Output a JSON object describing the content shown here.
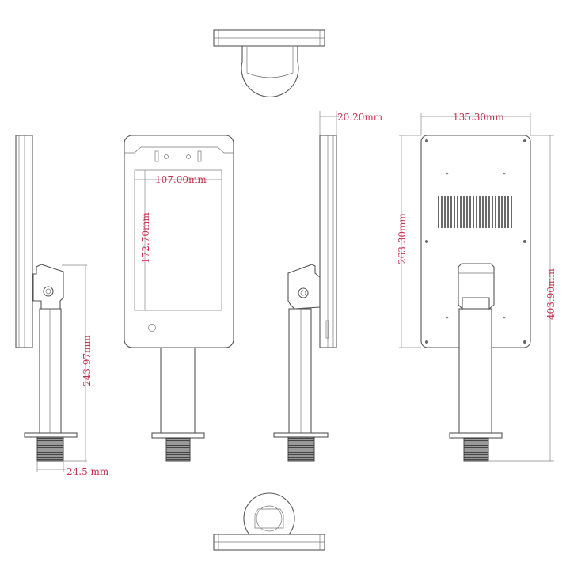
{
  "title": "Face recognition terminal with stand - dimension drawing",
  "dimensions": {
    "depth": "20.20mm",
    "width": "135.30mm",
    "screen_width": "107.00mm",
    "screen_height": "172.70mm",
    "panel_height": "263.30mm",
    "total_height": "403.90mm",
    "pole_height": "243.97mm",
    "thread_diameter": "24.5 mm"
  },
  "colors": {
    "dimension_text": "#c8324e",
    "line": "#555555"
  }
}
